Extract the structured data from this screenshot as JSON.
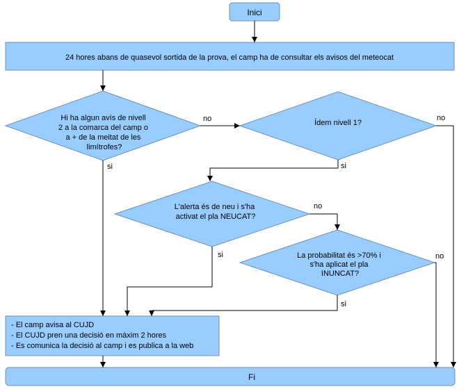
{
  "start": "Inici",
  "step1": "24 hores abans de quasevol sortida de la prova, el camp ha de consultar els avisos del meteocat",
  "decision1": [
    "Hi ha algun avís de nivell",
    "2 a la comarca del camp o",
    "a + de la meitat de les",
    "limítrofes?"
  ],
  "decision2": [
    "Ídem nivell 1?"
  ],
  "decision3": [
    "L'alerta és de neu i s'ha",
    "activat el pla NEUCAT?"
  ],
  "decision4": [
    "La probabilitat és >70% i",
    "s'ha aplicat el pla",
    "INUNCAT?"
  ],
  "actions": [
    "- El camp avisa al CUJD",
    "- El CUJD pren una decisió en màxim 2 hores",
    "- Es comunica la decisió al camp i es publica a la web"
  ],
  "end": "Fi",
  "labels": {
    "yes": "si",
    "no": "no"
  },
  "colors": {
    "fill": "#99ccff",
    "stroke": "#6d8fb3",
    "line": "#000000"
  }
}
